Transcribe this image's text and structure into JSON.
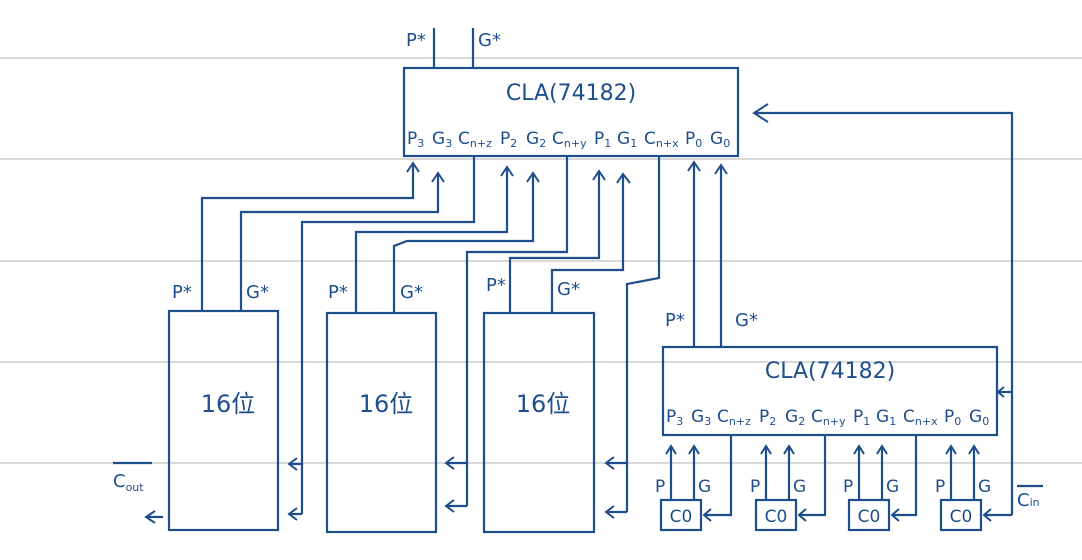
{
  "diagram": {
    "description": "64-bit two-level carry lookahead adder built from four 16-bit groups and 74182 CLA units",
    "top_cla": {
      "title": "CLA(74182)",
      "outputs": [
        "P*",
        "G*"
      ],
      "pins": [
        {
          "base": "P",
          "sub": "3"
        },
        {
          "base": "G",
          "sub": "3"
        },
        {
          "base": "C",
          "sub": "n+z"
        },
        {
          "base": "P",
          "sub": "2"
        },
        {
          "base": "G",
          "sub": "2"
        },
        {
          "base": "C",
          "sub": "n+y"
        },
        {
          "base": "P",
          "sub": "1"
        },
        {
          "base": "G",
          "sub": "1"
        },
        {
          "base": "C",
          "sub": "n+x"
        },
        {
          "base": "P",
          "sub": "0"
        },
        {
          "base": "G",
          "sub": "0"
        }
      ]
    },
    "bottom_cla": {
      "title": "CLA(74182)",
      "outputs": [
        "P*",
        "G*"
      ],
      "pins": [
        {
          "base": "P",
          "sub": "3"
        },
        {
          "base": "G",
          "sub": "3"
        },
        {
          "base": "C",
          "sub": "n+z"
        },
        {
          "base": "P",
          "sub": "2"
        },
        {
          "base": "G",
          "sub": "2"
        },
        {
          "base": "C",
          "sub": "n+y"
        },
        {
          "base": "P",
          "sub": "1"
        },
        {
          "base": "G",
          "sub": "1"
        },
        {
          "base": "C",
          "sub": "n+x"
        },
        {
          "base": "P",
          "sub": "0"
        },
        {
          "base": "G",
          "sub": "0"
        }
      ]
    },
    "blocks": [
      {
        "label": "16位",
        "p_label": "P*",
        "g_label": "G*"
      },
      {
        "label": "16位",
        "p_label": "P*",
        "g_label": "G*"
      },
      {
        "label": "16位",
        "p_label": "P*",
        "g_label": "G*"
      }
    ],
    "small_units": [
      {
        "label": "C0",
        "p_label": "P",
        "g_label": "G"
      },
      {
        "label": "C0",
        "p_label": "P",
        "g_label": "G"
      },
      {
        "label": "C0",
        "p_label": "P",
        "g_label": "G"
      },
      {
        "label": "C0",
        "p_label": "P",
        "g_label": "G"
      }
    ],
    "carry_out": {
      "base": "C",
      "sub": "out",
      "overline": true
    },
    "carry_in": {
      "base": "C",
      "sub": "in",
      "overline": true
    },
    "colors": {
      "ink": "#1f4e8c",
      "rule": "#d9d9d9",
      "background": "#ffffff"
    }
  }
}
